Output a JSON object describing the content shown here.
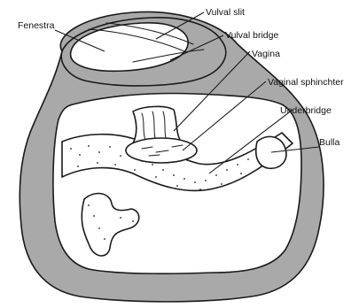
{
  "diagram": {
    "labels": {
      "fenestra": "Fenestra",
      "vulval_slit": "Vulval slit",
      "vulval_bridge": "Vulval bridge",
      "vagina": "Vagina",
      "vaginal_sphincter": "Vaginal sphinchter",
      "underbridge": "Underbridge",
      "bulla": "Bulla"
    },
    "colors": {
      "wall": "#a9a9a9",
      "outline": "#1a1a1a",
      "background": "#ffffff"
    }
  }
}
